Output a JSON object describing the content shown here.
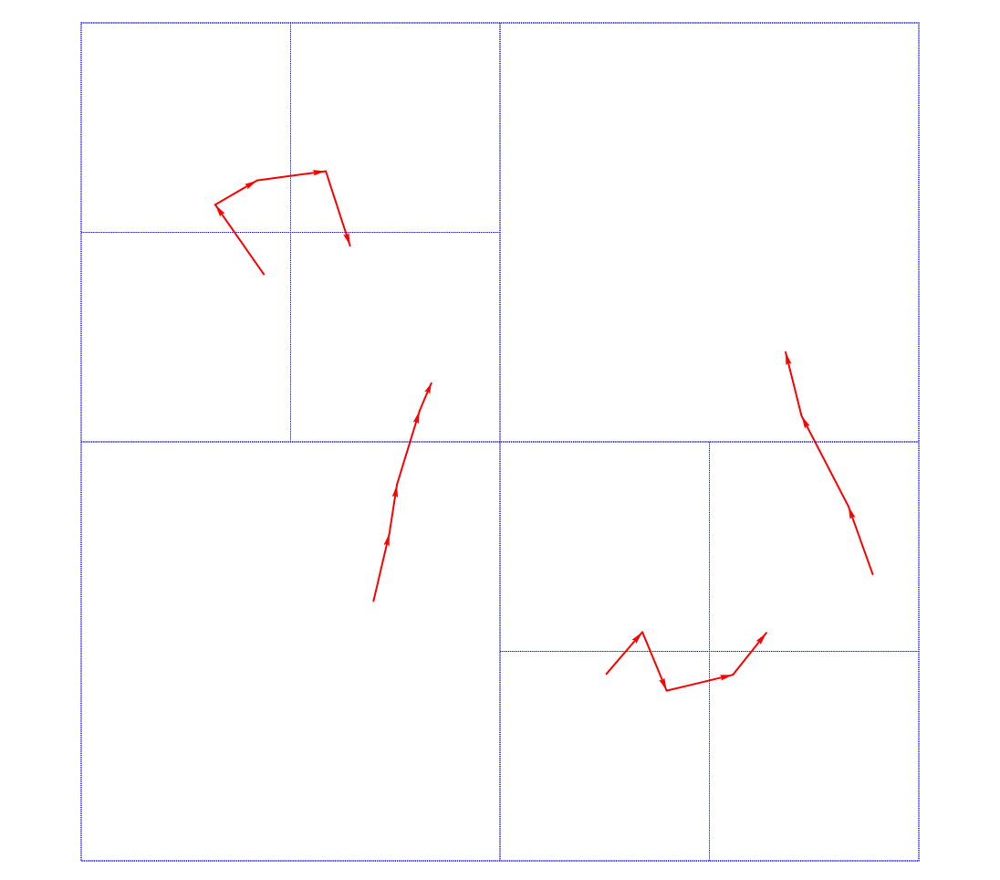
{
  "colors": {
    "background": "#ffffff",
    "grid": "#1a1ae6",
    "arrow": "#ff0000"
  },
  "quadtree": {
    "outer_square": [
      0,
      0,
      1,
      1
    ],
    "major_dividers": [
      [
        0.5,
        0,
        0.5,
        1
      ],
      [
        0,
        0.5,
        1,
        0.5
      ]
    ],
    "minor_dividers": [
      [
        0.25,
        0,
        0.25,
        0.5
      ],
      [
        0,
        0.25,
        0.5,
        0.25
      ],
      [
        0.75,
        0.5,
        0.75,
        1
      ],
      [
        0.5,
        0.75,
        1,
        0.75
      ]
    ]
  },
  "paths": [
    {
      "id": "path-a",
      "points": [
        [
          0.218,
          0.3
        ],
        [
          0.16,
          0.217
        ],
        [
          0.21,
          0.188
        ],
        [
          0.292,
          0.177
        ],
        [
          0.321,
          0.266
        ]
      ]
    },
    {
      "id": "path-b",
      "points": [
        [
          0.349,
          0.69
        ],
        [
          0.368,
          0.609
        ],
        [
          0.377,
          0.551
        ],
        [
          0.404,
          0.463
        ],
        [
          0.418,
          0.43
        ]
      ]
    },
    {
      "id": "path-c",
      "points": [
        [
          0.945,
          0.658
        ],
        [
          0.916,
          0.577
        ],
        [
          0.86,
          0.469
        ],
        [
          0.841,
          0.393
        ]
      ]
    },
    {
      "id": "path-d",
      "points": [
        [
          0.627,
          0.777
        ],
        [
          0.67,
          0.727
        ],
        [
          0.699,
          0.797
        ],
        [
          0.778,
          0.778
        ],
        [
          0.818,
          0.728
        ]
      ]
    }
  ]
}
